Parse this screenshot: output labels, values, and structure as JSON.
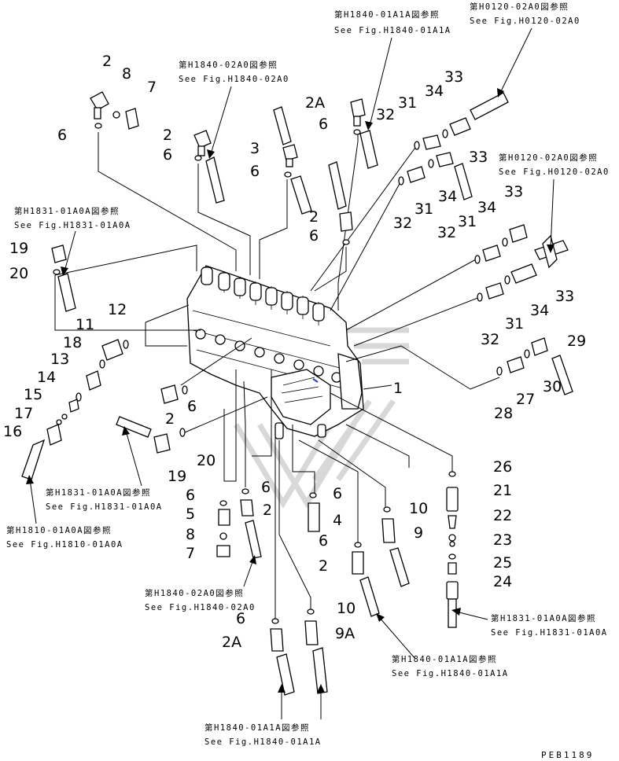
{
  "diagram_code": "PEB1189",
  "references": [
    {
      "id": "r1",
      "jp": "第H1840-01A1A図参照",
      "en": "See Fig.H1840-01A1A"
    },
    {
      "id": "r2",
      "jp": "第H0120-02A0図参照",
      "en": "See Fig.H0120-02A0"
    },
    {
      "id": "r3",
      "jp": "第H1840-02A0図参照",
      "en": "See Fig.H1840-02A0"
    },
    {
      "id": "r4",
      "jp": "第H0120-02A0図参照",
      "en": "See Fig.H0120-02A0"
    },
    {
      "id": "r5",
      "jp": "第H1831-01A0A図参照",
      "en": "See Fig.H1831-01A0A"
    },
    {
      "id": "r6",
      "jp": "第H1831-01A0A図参照",
      "en": "See Fig.H1831-01A0A"
    },
    {
      "id": "r7",
      "jp": "第H1810-01A0A図参照",
      "en": "See Fig.H1810-01A0A"
    },
    {
      "id": "r8",
      "jp": "第H1840-02A0図参照",
      "en": "See Fig.H1840-02A0"
    },
    {
      "id": "r9",
      "jp": "第H1831-01A0A図参照",
      "en": "See Fig.H1831-01A0A"
    },
    {
      "id": "r10",
      "jp": "第H1840-01A1A図参照",
      "en": "See Fig.H1840-01A1A"
    },
    {
      "id": "r11",
      "jp": "第H1840-01A1A図参照",
      "en": "See Fig.H1840-01A1A"
    }
  ],
  "part_labels": [
    {
      "id": "p1",
      "text": "2"
    },
    {
      "id": "p2",
      "text": "8"
    },
    {
      "id": "p3",
      "text": "7"
    },
    {
      "id": "p4",
      "text": "6"
    },
    {
      "id": "p5",
      "text": "2"
    },
    {
      "id": "p6",
      "text": "6"
    },
    {
      "id": "p7",
      "text": "3"
    },
    {
      "id": "p8",
      "text": "6"
    },
    {
      "id": "p9",
      "text": "2"
    },
    {
      "id": "p10",
      "text": "6"
    },
    {
      "id": "p11",
      "text": "2A"
    },
    {
      "id": "p12",
      "text": "6"
    },
    {
      "id": "p13",
      "text": "32"
    },
    {
      "id": "p14",
      "text": "31"
    },
    {
      "id": "p15",
      "text": "34"
    },
    {
      "id": "p16",
      "text": "33"
    },
    {
      "id": "p17",
      "text": "33"
    },
    {
      "id": "p18",
      "text": "34"
    },
    {
      "id": "p19",
      "text": "31"
    },
    {
      "id": "p20",
      "text": "32"
    },
    {
      "id": "p21",
      "text": "33"
    },
    {
      "id": "p22",
      "text": "34"
    },
    {
      "id": "p23",
      "text": "31"
    },
    {
      "id": "p24",
      "text": "32"
    },
    {
      "id": "p25",
      "text": "33"
    },
    {
      "id": "p26",
      "text": "34"
    },
    {
      "id": "p27",
      "text": "31"
    },
    {
      "id": "p28",
      "text": "32"
    },
    {
      "id": "p29",
      "text": "29"
    },
    {
      "id": "p30",
      "text": "30"
    },
    {
      "id": "p31",
      "text": "27"
    },
    {
      "id": "p32",
      "text": "28"
    },
    {
      "id": "p33",
      "text": "1"
    },
    {
      "id": "p34",
      "text": "19"
    },
    {
      "id": "p35",
      "text": "20"
    },
    {
      "id": "p36",
      "text": "12"
    },
    {
      "id": "p37",
      "text": "11"
    },
    {
      "id": "p38",
      "text": "18"
    },
    {
      "id": "p39",
      "text": "13"
    },
    {
      "id": "p40",
      "text": "14"
    },
    {
      "id": "p41",
      "text": "15"
    },
    {
      "id": "p42",
      "text": "17"
    },
    {
      "id": "p43",
      "text": "16"
    },
    {
      "id": "p44",
      "text": "2"
    },
    {
      "id": "p45",
      "text": "6"
    },
    {
      "id": "p46",
      "text": "20"
    },
    {
      "id": "p47",
      "text": "19"
    },
    {
      "id": "p48",
      "text": "6"
    },
    {
      "id": "p49",
      "text": "5"
    },
    {
      "id": "p50",
      "text": "8"
    },
    {
      "id": "p51",
      "text": "7"
    },
    {
      "id": "p52",
      "text": "6"
    },
    {
      "id": "p53",
      "text": "2"
    },
    {
      "id": "p54",
      "text": "6"
    },
    {
      "id": "p55",
      "text": "4"
    },
    {
      "id": "p56",
      "text": "6"
    },
    {
      "id": "p57",
      "text": "2"
    },
    {
      "id": "p58",
      "text": "10"
    },
    {
      "id": "p59",
      "text": "9"
    },
    {
      "id": "p60",
      "text": "26"
    },
    {
      "id": "p61",
      "text": "21"
    },
    {
      "id": "p62",
      "text": "22"
    },
    {
      "id": "p63",
      "text": "23"
    },
    {
      "id": "p64",
      "text": "25"
    },
    {
      "id": "p65",
      "text": "24"
    },
    {
      "id": "p66",
      "text": "6"
    },
    {
      "id": "p67",
      "text": "2A"
    },
    {
      "id": "p68",
      "text": "10"
    },
    {
      "id": "p69",
      "text": "9A"
    }
  ]
}
